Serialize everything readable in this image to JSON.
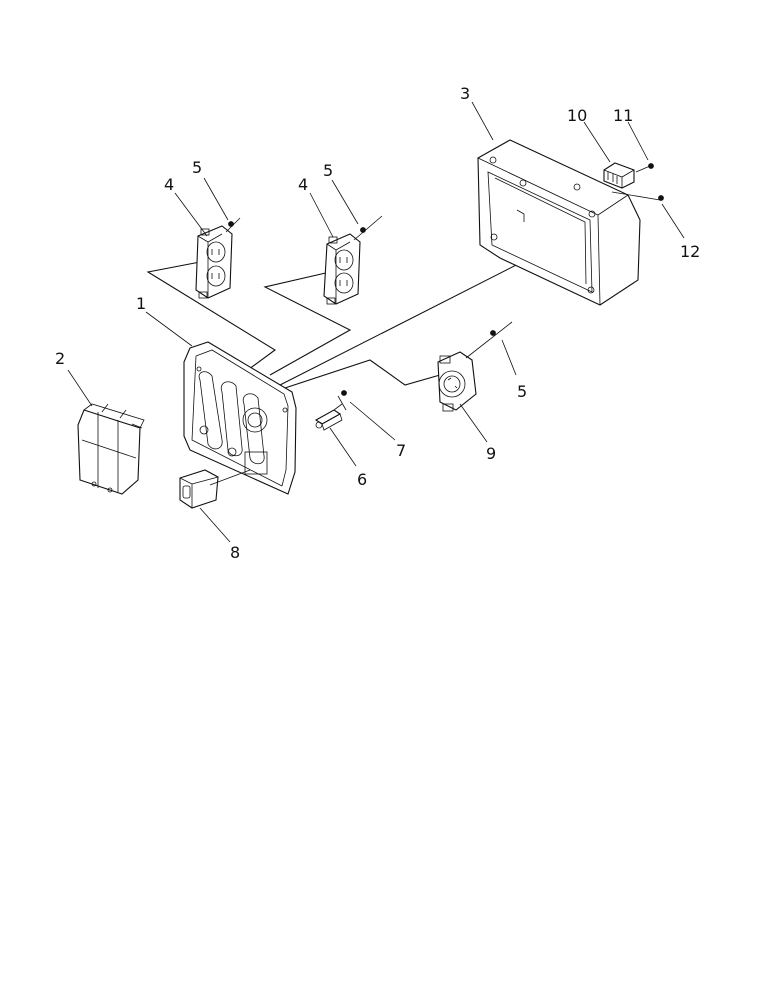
{
  "diagram": {
    "callouts": {
      "c1": "1",
      "c2": "2",
      "c3": "3",
      "c4a": "4",
      "c4b": "4",
      "c5a": "5",
      "c5b": "5",
      "c5c": "5",
      "c6": "6",
      "c7": "7",
      "c8": "8",
      "c9": "9",
      "c10": "10",
      "c11": "11",
      "c12": "12"
    }
  }
}
